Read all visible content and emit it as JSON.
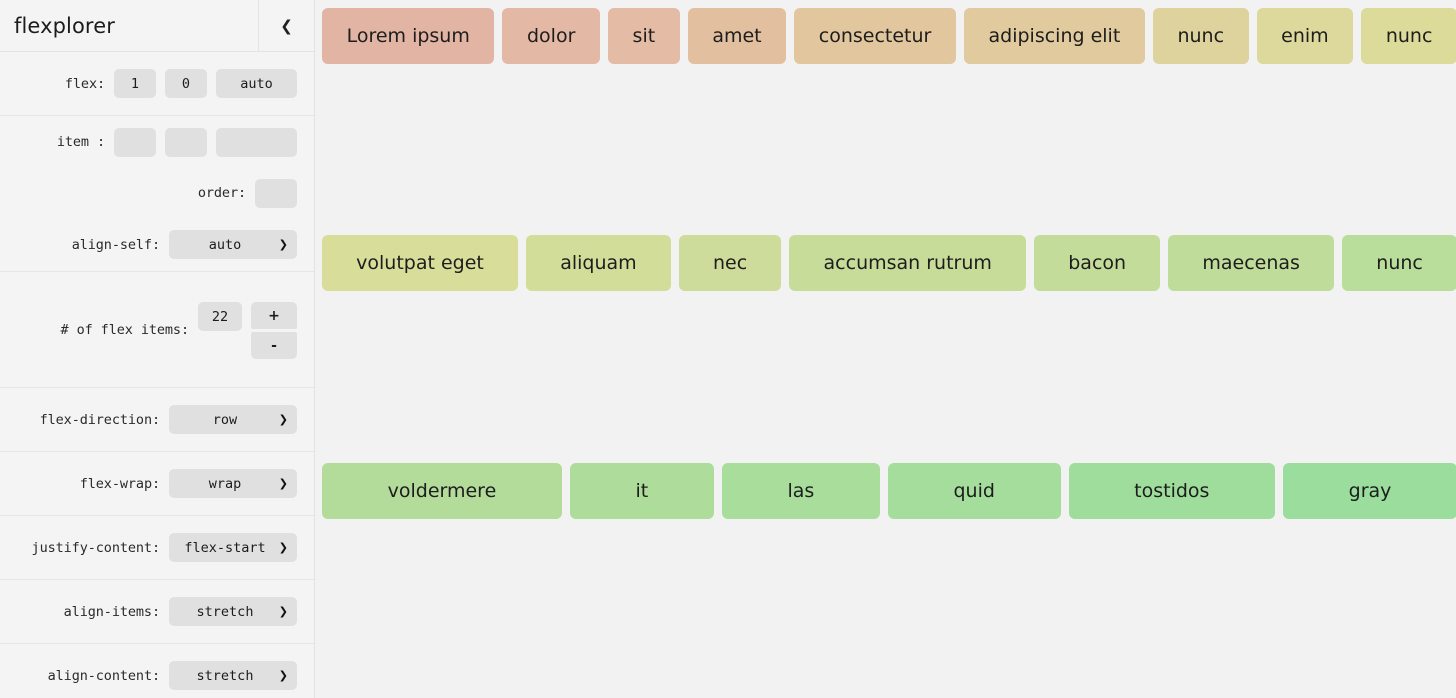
{
  "sidebar": {
    "title": "flexplorer",
    "collapse_icon": "chevron-left-icon",
    "rows": {
      "flex": {
        "label": "flex:",
        "grow": "1",
        "shrink": "0",
        "basis": "auto"
      },
      "item": {
        "label": "item :",
        "grow": "",
        "shrink": "",
        "basis": ""
      },
      "order": {
        "label": "order:",
        "value": ""
      },
      "align_self": {
        "label": "align-self:",
        "value": "auto",
        "caret": "chevron-down-icon"
      },
      "count": {
        "label": "# of flex items:",
        "value": "22",
        "plus": "+",
        "minus": "-"
      },
      "flex_direction": {
        "label": "flex-direction:",
        "value": "row",
        "caret": "chevron-down-icon"
      },
      "flex_wrap": {
        "label": "flex-wrap:",
        "value": "wrap",
        "caret": "chevron-down-icon"
      },
      "justify_content": {
        "label": "justify-content:",
        "value": "flex-start",
        "caret": "chevron-down-icon"
      },
      "align_items": {
        "label": "align-items:",
        "value": "stretch",
        "caret": "chevron-down-icon"
      },
      "align_content": {
        "label": "align-content:",
        "value": "stretch",
        "caret": "chevron-down-icon"
      }
    }
  },
  "canvas": {
    "background": "#f2f2f2",
    "items": [
      {
        "label": "Lorem ipsum",
        "color": "#e2b4a3"
      },
      {
        "label": "dolor",
        "color": "#e3b8a4"
      },
      {
        "label": "sit",
        "color": "#e4bca6"
      },
      {
        "label": "amet",
        "color": "#e2c09f"
      },
      {
        "label": "consectetur",
        "color": "#e2c69e"
      },
      {
        "label": "adipiscing elit",
        "color": "#e0ca9e"
      },
      {
        "label": "nunc",
        "color": "#ded29d"
      },
      {
        "label": "enim",
        "color": "#ddd89b"
      },
      {
        "label": "nunc",
        "color": "#dcdb9a"
      },
      {
        "label": "volutpat eget",
        "color": "#d8dd9a"
      },
      {
        "label": "aliquam",
        "color": "#d3dd9a"
      },
      {
        "label": "nec",
        "color": "#cddc9a"
      },
      {
        "label": "accumsan rutrum",
        "color": "#c8dc9a"
      },
      {
        "label": "bacon",
        "color": "#c3dc9a"
      },
      {
        "label": "maecenas",
        "color": "#bfdc9b"
      },
      {
        "label": "nunc",
        "color": "#b9dd9b"
      },
      {
        "label": "voldermere",
        "color": "#b3dc9b"
      },
      {
        "label": "it",
        "color": "#aedc9b"
      },
      {
        "label": "las",
        "color": "#a8dd9b"
      },
      {
        "label": "quid",
        "color": "#a4dd9c"
      },
      {
        "label": "tostidos",
        "color": "#9fdd9c"
      },
      {
        "label": "gray",
        "color": "#9add9c"
      }
    ]
  }
}
